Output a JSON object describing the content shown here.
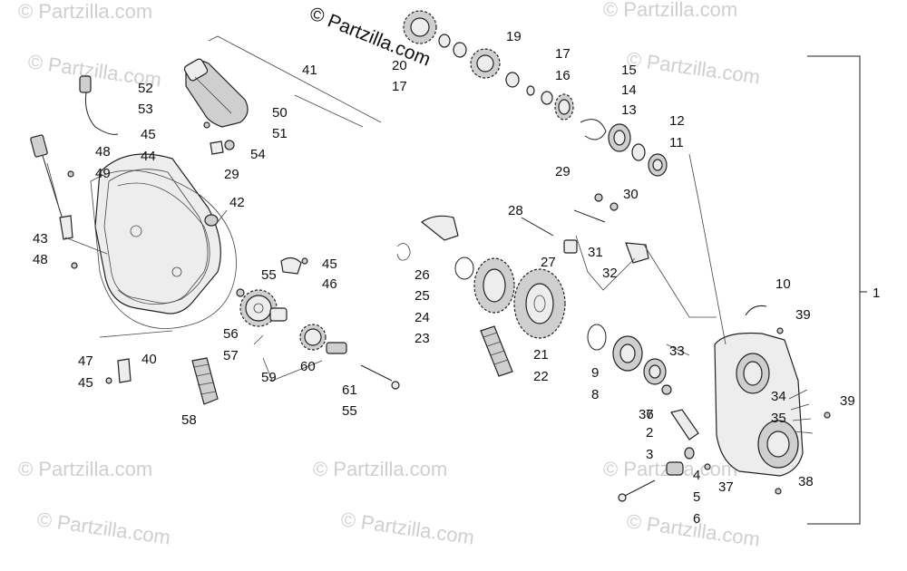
{
  "watermark": {
    "text": "© Partzilla.com",
    "copyright_notice": "© Partzilla.com"
  },
  "callouts": [
    "1",
    "2",
    "3",
    "4",
    "5",
    "6",
    "7",
    "8",
    "9",
    "10",
    "11",
    "12",
    "13",
    "14",
    "15",
    "16",
    "17",
    "17",
    "19",
    "20",
    "21",
    "22",
    "23",
    "24",
    "25",
    "26",
    "27",
    "28",
    "29",
    "29",
    "30",
    "31",
    "32",
    "33",
    "34",
    "35",
    "36",
    "37",
    "38",
    "39",
    "39",
    "40",
    "41",
    "42",
    "43",
    "44",
    "45",
    "45",
    "45",
    "46",
    "47",
    "48",
    "48",
    "49",
    "50",
    "51",
    "52",
    "53",
    "54",
    "55",
    "55",
    "56",
    "57",
    "58",
    "59",
    "60",
    "61"
  ]
}
